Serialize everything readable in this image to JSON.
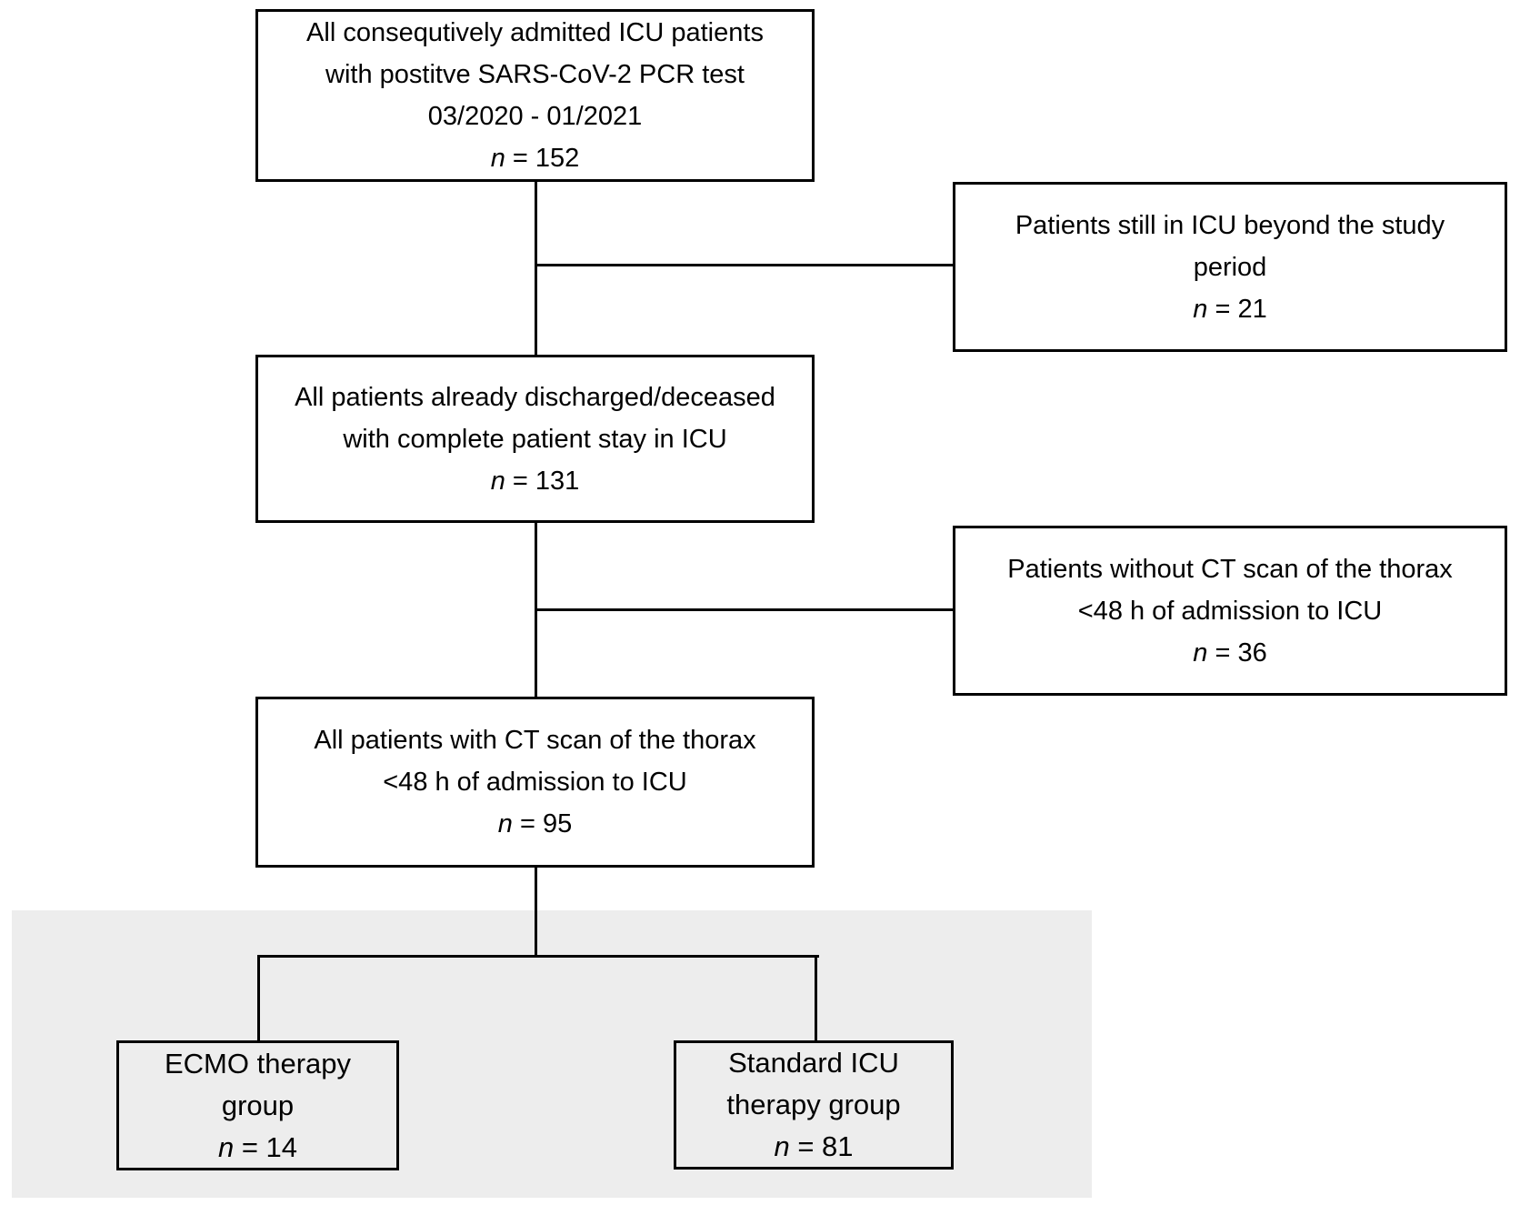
{
  "figure": {
    "type": "patient-flow-diagram",
    "background_color": "#ffffff",
    "highlight_color": "#ededed",
    "line_color": "#000000",
    "text_color": "#000000"
  },
  "boxes": {
    "admitted": {
      "lines": [
        "All consequtively admitted ICU patients",
        "with postitve SARS-CoV-2 PCR test",
        "03/2020 - 01/2021"
      ],
      "n_var": "n",
      "n_eq": " = 152"
    },
    "still_in_icu": {
      "lines": [
        "Patients still in ICU beyond the study",
        "period"
      ],
      "n_var": "n",
      "n_eq": " = 21"
    },
    "discharged": {
      "lines": [
        "All patients already discharged/deceased",
        "with complete patient stay in ICU"
      ],
      "n_var": "n",
      "n_eq": " = 131"
    },
    "without_ct": {
      "lines": [
        "Patients without CT scan of the thorax",
        "<48 h of admission to ICU"
      ],
      "n_var": "n",
      "n_eq": " = 36"
    },
    "with_ct": {
      "lines": [
        "All patients with CT scan of the thorax",
        "<48 h of admission to ICU"
      ],
      "n_var": "n",
      "n_eq": " = 95"
    },
    "ecmo_group": {
      "lines": [
        "ECMO therapy",
        "group"
      ],
      "n_var": "n",
      "n_eq": " = 14"
    },
    "standard_group": {
      "lines": [
        "Standard ICU",
        "therapy group"
      ],
      "n_var": "n",
      "n_eq": " = 81"
    }
  }
}
